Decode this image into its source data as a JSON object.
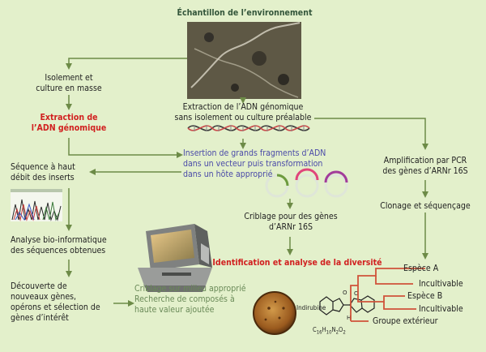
{
  "colors": {
    "background": "#e3f0cb",
    "arrow": "#6d8b47",
    "title": "#33553a",
    "highlight": "#d11f1f",
    "insertion": "#4a4aa8",
    "screening": "#6a8a58",
    "tree": "#d0533a"
  },
  "labels": {
    "title": "Échantillon de l’environnement",
    "isolement": "Isolement et\nculture en masse",
    "extraction_red": "Extraction de\nl’ADN génomique",
    "extraction_direct": "Extraction de l’ADN génomique\nsans isolement ou culture préalable",
    "insertion": "Insertion de grands fragments d’ADN\ndans un vecteur puis transformation\ndans un hôte approprié",
    "sequence": "Séquence à haut\ndébit des inserts",
    "pcr": "Amplification par PCR\ndes gènes d’ARNr 16S",
    "clonage": "Clonage et séquençage",
    "criblage_genes": "Criblage pour des gènes\nd’ARNr 16S",
    "identification": "Identification et analyse de la diversité",
    "analyse": "Analyse bio-informatique\ndes séquences obtenues",
    "decouverte": "Découverte de\nnouveaux gènes,\nopérons et sélection de\ngènes d’intérêt",
    "criblage_milieu": "Criblage sur milieu approprié\nRecherche de composés à\nhaute valeur ajoutée",
    "indirubine": "Indirubine",
    "formula": "C16H10N2O2"
  },
  "tree": {
    "espece_a": "Espèce A",
    "incultivable_1": "Incultivable",
    "espece_b": "Espèce B",
    "incultivable_2": "Incultivable",
    "groupe": "Groupe extérieur"
  },
  "icons": [
    "microscope-image",
    "dna-double-helix-icon",
    "plasmid-vector-icon",
    "chromatogram-icon",
    "computer-icon",
    "petri-dish-icon",
    "indirubine-molecule-icon"
  ]
}
